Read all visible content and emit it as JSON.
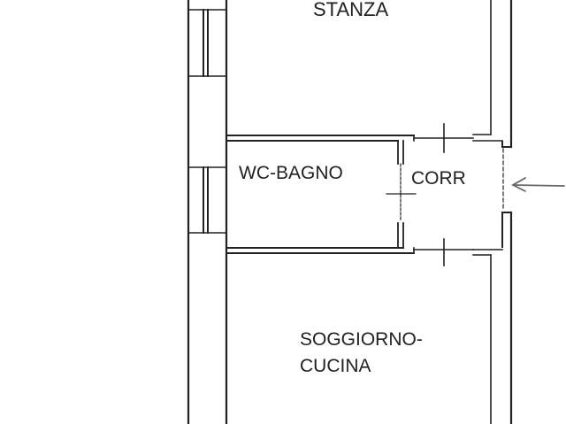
{
  "floor_plan": {
    "rooms": [
      {
        "id": "stanza",
        "label": "STANZA"
      },
      {
        "id": "wc-bagno",
        "label": "WC-BAGNO"
      },
      {
        "id": "corr",
        "label": "CORR"
      },
      {
        "id": "soggiorno-cucina",
        "label_line1": "SOGGIORNO-",
        "label_line2": "CUCINA"
      }
    ],
    "entrance_arrow": "arrow-left",
    "colors": {
      "line": "#222222",
      "arrow": "#666666",
      "background": "#ffffff"
    }
  }
}
